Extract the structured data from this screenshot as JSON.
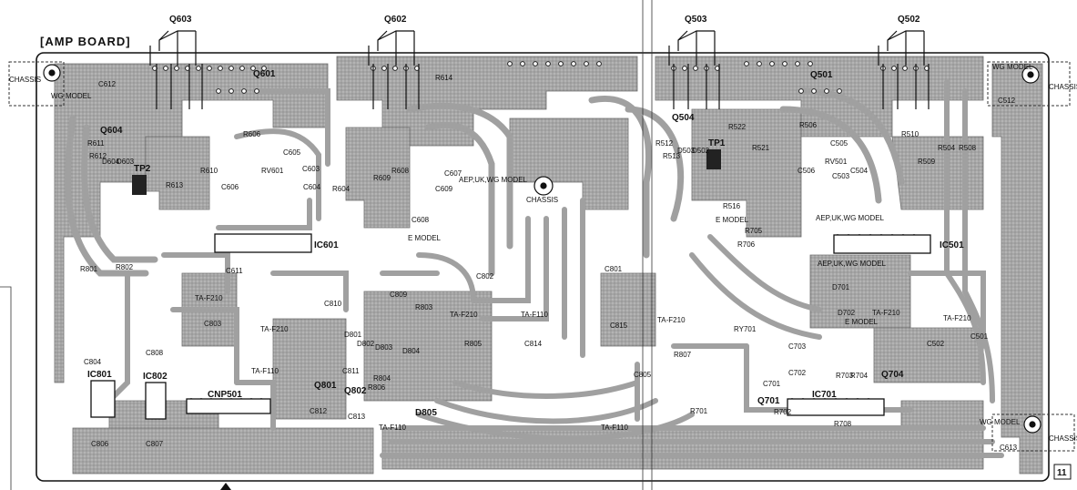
{
  "board": {
    "title": "[AMP BOARD]",
    "page_number": "11",
    "colors": {
      "copper": "#9a9a9a",
      "trace_edge": "#6d6d6d",
      "ink": "#111111",
      "paper": "#ffffff",
      "hatch": "#bdbdbd"
    }
  },
  "transistors_top": [
    "Q603",
    "Q602",
    "Q503",
    "Q502"
  ],
  "components": {
    "q601": "Q601",
    "q604": "Q604",
    "q501": "Q501",
    "q504": "Q504",
    "q704": "Q704",
    "q701": "Q701",
    "q801": "Q801",
    "q802": "Q802",
    "ic601": "IC601",
    "ic501": "IC501",
    "ic701": "IC701",
    "ic801": "IC801",
    "ic802": "IC802",
    "cnp501": "CNP501",
    "d805": "D805",
    "d804": "D804",
    "d803": "D803",
    "d802": "D802",
    "d801": "D801",
    "d503": "D503",
    "d502": "D502",
    "d701": "D701",
    "d702": "D702",
    "d604": "D604",
    "d603": "D603",
    "rv601": "RV601",
    "rv501": "RV501",
    "ry701": "RY701",
    "tp2": "TP2",
    "tp1": "TP1",
    "r801": "R801",
    "r802": "R802",
    "r803": "R803",
    "r804": "R804",
    "r805": "R805",
    "r806": "R806",
    "r807": "R807",
    "r701": "R701",
    "r702": "R702",
    "r703": "R703",
    "r704": "R704",
    "r705": "R705",
    "r706": "R706",
    "r708": "R708",
    "r604": "R604",
    "r606": "R606",
    "r608": "R608",
    "r609": "R609",
    "r610": "R610",
    "r611": "R611",
    "r612": "R612",
    "r613": "R613",
    "r614": "R614",
    "r504": "R504",
    "r506": "R506",
    "r508": "R508",
    "r509": "R509",
    "r510": "R510",
    "r512": "R512",
    "r513": "R513",
    "r516": "R516",
    "r521": "R521",
    "r522": "R522",
    "c603": "C603",
    "c604": "C604",
    "c605": "C605",
    "c606": "C606",
    "c607": "C607",
    "c608": "C608",
    "c609": "C609",
    "c611": "C611",
    "c612": "C612",
    "c613": "C613",
    "c501": "C501",
    "c502": "C502",
    "c503": "C503",
    "c504": "C504",
    "c505": "C505",
    "c506": "C506",
    "c512": "C512",
    "c701": "C701",
    "c702": "C702",
    "c703": "C703",
    "c801": "C801",
    "c802": "C802",
    "c803": "C803",
    "c804": "C804",
    "c805": "C805",
    "c806": "C806",
    "c807": "C807",
    "c808": "C808",
    "c809": "C809",
    "c810": "C810",
    "c811": "C811",
    "c812": "C812",
    "c813": "C813",
    "c814": "C814",
    "c815": "C815"
  },
  "notes": {
    "chassis_tl": "CHASSIS",
    "chassis_tr": "CHASSIS",
    "chassis_mid": "CHASSIS",
    "chassis_br": "CHASSIS",
    "wg_model_tl": "WG MODEL",
    "wg_model_tr": "WG MODEL",
    "wg_model_br": "WG MODEL",
    "aep_uk_wg_1": "AEP,UK,WG MODEL",
    "aep_uk_wg_2": "AEP,UK,WG MODEL",
    "aep_uk_wg_3": "AEP,UK,WG MODEL",
    "e_model_1": "E MODEL",
    "e_model_2": "E MODEL",
    "e_model_3": "E MODEL",
    "taf210_a": "TA-F210",
    "taf210_b": "TA-F210",
    "taf210_c": "TA-F210",
    "taf210_d": "TA-F210",
    "taf210_e": "TA-F210",
    "taf210_f": "TA-F210",
    "taf110_a": "TA-F110",
    "taf110_b": "TA-F110",
    "taf110_c": "TA-F110",
    "taf110_d": "TA-F110"
  }
}
